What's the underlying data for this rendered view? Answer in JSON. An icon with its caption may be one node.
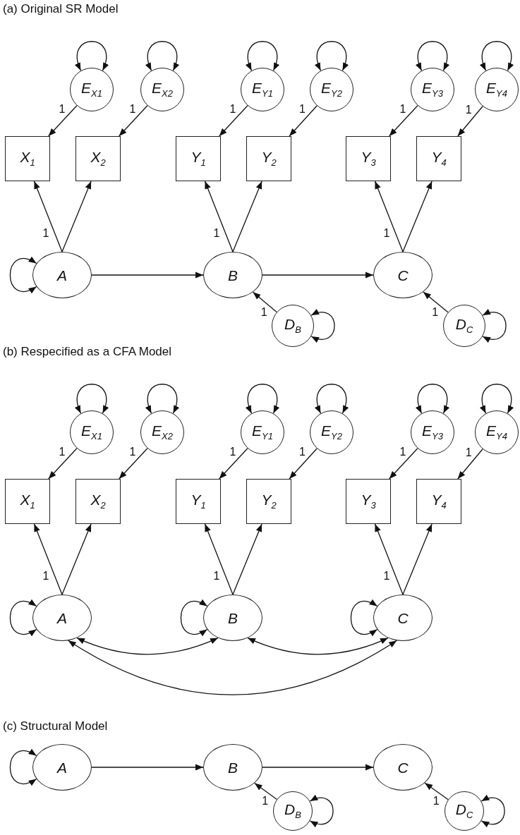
{
  "diagram": {
    "nodes": [
      {
        "text": [
          "E$_{X1}$"
        ]
      },
      {
        "text": [
          "E$_{X2}$"
        ]
      },
      {
        "text": [
          "E$_{Y1}$"
        ]
      },
      {
        "text": [
          "E$_{Y2}$"
        ]
      },
      {
        "text": [
          "E$_{Y3}$"
        ]
      },
      {
        "text": [
          "E$_{Y4}$"
        ]
      },
      {
        "text": [
          "X$_{1}$"
        ]
      },
      {
        "text": [
          "X$_{2}$"
        ]
      },
      {
        "text": [
          "Y$_{1}$"
        ]
      },
      {
        "text": [
          "Y$_{2}$"
        ]
      },
      {
        "text": [
          "Y$_{3}$"
        ]
      },
      {
        "text": [
          "Y$_{4}$"
        ]
      },
      {
        "text": [
          "A"
        ]
      },
      {
        "text": [
          "B"
        ]
      },
      {
        "text": [
          "C"
        ]
      },
      {
        "text": [
          "D$_{B}$"
        ]
      },
      {
        "text": [
          "D$_{C}$"
        ]
      },
      {
        "text": [
          "E$_{X1}$"
        ]
      },
      {
        "text": [
          "E$_{X2}$"
        ]
      },
      {
        "text": [
          "E$_{Y1}$"
        ]
      },
      {
        "text": [
          "E$_{Y2}$"
        ]
      },
      {
        "text": [
          "E$_{Y3}$"
        ]
      },
      {
        "text": [
          "E$_{Y4}$"
        ]
      },
      {
        "text": [
          "X$_{1}$"
        ]
      },
      {
        "text": [
          "X$_{2}$"
        ]
      },
      {
        "text": [
          "Y$_{1}$"
        ]
      },
      {
        "text": [
          "Y$_{2}$"
        ]
      },
      {
        "text": [
          "Y$_{3}$"
        ]
      },
      {
        "text": [
          "Y$_{4}$"
        ]
      },
      {
        "text": [
          "A"
        ]
      },
      {
        "text": [
          "B"
        ]
      },
      {
        "text": [
          "C"
        ]
      },
      {
        "text": [
          "A"
        ]
      },
      {
        "text": [
          "B"
        ]
      },
      {
        "text": [
          "C"
        ]
      },
      {
        "text": [
          "D$_{B}$"
        ]
      },
      {
        "text": [
          "D$_{C}$"
        ]
      }
    ],
    "edges": [
      {
        "from": 0,
        "to": 6,
        "arrow": "to",
        "label": "1"
      },
      {
        "from": 1,
        "to": 7,
        "arrow": "to",
        "label": "1"
      },
      {
        "from": 2,
        "to": 8,
        "arrow": "to",
        "label": "1"
      },
      {
        "from": 3,
        "to": 9,
        "arrow": "to",
        "label": "1"
      },
      {
        "from": 4,
        "to": 10,
        "arrow": "to",
        "label": "1"
      },
      {
        "from": 5,
        "to": 11,
        "arrow": "to",
        "label": "1"
      },
      {
        "from": 12,
        "to": 6,
        "arrow": "to",
        "label": "1"
      },
      {
        "from": 12,
        "to": 7,
        "arrow": "to"
      },
      {
        "from": 13,
        "to": 8,
        "arrow": "to",
        "label": "1"
      },
      {
        "from": 13,
        "to": 9,
        "arrow": "to"
      },
      {
        "from": 14,
        "to": 10,
        "arrow": "to",
        "label": "1"
      },
      {
        "from": 14,
        "to": 11,
        "arrow": "to"
      },
      {
        "from": 12,
        "to": 13,
        "arrow": "to"
      },
      {
        "from": 13,
        "to": 14,
        "arrow": "to"
      },
      {
        "from": 15,
        "to": 13,
        "arrow": "to",
        "label": "1"
      },
      {
        "from": 16,
        "to": 14,
        "arrow": "to",
        "label": "1"
      },
      {
        "from": 0,
        "to": 0,
        "arrow": "both"
      },
      {
        "from": 1,
        "to": 1,
        "arrow": "both"
      },
      {
        "from": 2,
        "to": 2,
        "arrow": "both"
      },
      {
        "from": 3,
        "to": 3,
        "arrow": "both"
      },
      {
        "from": 4,
        "to": 4,
        "arrow": "both"
      },
      {
        "from": 5,
        "to": 5,
        "arrow": "both"
      },
      {
        "from": 12,
        "to": 12,
        "arrow": "both"
      },
      {
        "from": 15,
        "to": 15,
        "arrow": "both"
      },
      {
        "from": 16,
        "to": 16,
        "arrow": "both"
      },
      {
        "from": 17,
        "to": 23,
        "arrow": "to",
        "label": "1"
      },
      {
        "from": 18,
        "to": 24,
        "arrow": "to",
        "label": "1"
      },
      {
        "from": 19,
        "to": 25,
        "arrow": "to",
        "label": "1"
      },
      {
        "from": 20,
        "to": 26,
        "arrow": "to",
        "label": "1"
      },
      {
        "from": 21,
        "to": 27,
        "arrow": "to",
        "label": "1"
      },
      {
        "from": 22,
        "to": 28,
        "arrow": "to",
        "label": "1"
      },
      {
        "from": 29,
        "to": 23,
        "arrow": "to",
        "label": "1"
      },
      {
        "from": 29,
        "to": 24,
        "arrow": "to"
      },
      {
        "from": 30,
        "to": 25,
        "arrow": "to",
        "label": "1"
      },
      {
        "from": 30,
        "to": 26,
        "arrow": "to"
      },
      {
        "from": 31,
        "to": 27,
        "arrow": "to",
        "label": "1"
      },
      {
        "from": 31,
        "to": 28,
        "arrow": "to"
      },
      {
        "from": 29,
        "to": 30,
        "arrow": "both"
      },
      {
        "from": 30,
        "to": 31,
        "arrow": "both"
      },
      {
        "from": 29,
        "to": 31,
        "arrow": "both"
      },
      {
        "from": 17,
        "to": 17,
        "arrow": "both"
      },
      {
        "from": 18,
        "to": 18,
        "arrow": "both"
      },
      {
        "from": 19,
        "to": 19,
        "arrow": "both"
      },
      {
        "from": 20,
        "to": 20,
        "arrow": "both"
      },
      {
        "from": 21,
        "to": 21,
        "arrow": "both"
      },
      {
        "from": 22,
        "to": 22,
        "arrow": "both"
      },
      {
        "from": 29,
        "to": 29,
        "arrow": "both"
      },
      {
        "from": 30,
        "to": 30,
        "arrow": "both"
      },
      {
        "from": 31,
        "to": 31,
        "arrow": "both"
      },
      {
        "from": 32,
        "to": 33,
        "arrow": "to"
      },
      {
        "from": 33,
        "to": 34,
        "arrow": "to"
      },
      {
        "from": 35,
        "to": 33,
        "arrow": "to",
        "label": "1"
      },
      {
        "from": 36,
        "to": 34,
        "arrow": "to",
        "label": "1"
      },
      {
        "from": 32,
        "to": 32,
        "arrow": "both"
      },
      {
        "from": 35,
        "to": 35,
        "arrow": "both"
      },
      {
        "from": 36,
        "to": 36,
        "arrow": "both"
      }
    ],
    "labels": [
      "(a) Original SR Model",
      "(b) Respecified as a CFA Model",
      "(c) Structural Model"
    ]
  }
}
